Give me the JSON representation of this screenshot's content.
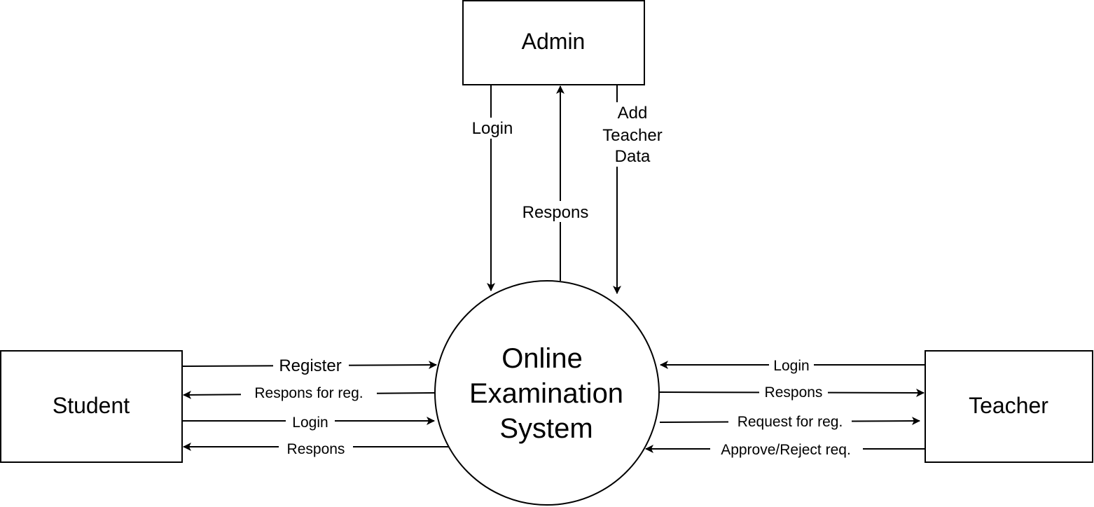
{
  "nodes": {
    "admin": "Admin",
    "student": "Student",
    "teacher": "Teacher",
    "system": [
      "Online",
      "Examination",
      "System"
    ]
  },
  "edges": {
    "admin_login": "Login",
    "admin_respons": "Respons",
    "admin_add_teacher": [
      "Add",
      "Teacher",
      "Data"
    ],
    "student_register": "Register",
    "student_respons_reg": "Respons for reg.",
    "student_login": "Login",
    "student_respons": "Respons",
    "teacher_login": "Login",
    "teacher_respons": "Respons",
    "teacher_request_reg": "Request for reg.",
    "teacher_approve_reject": "Approve/Reject req."
  }
}
